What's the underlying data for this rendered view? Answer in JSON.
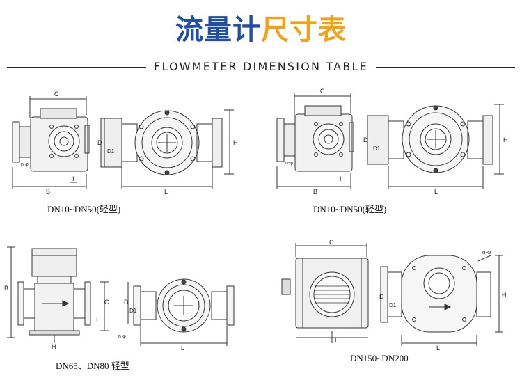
{
  "header": {
    "title_part1": "流量计",
    "title_part2": "尺寸表",
    "subtitle": "FLOWMETER DIMENSION TABLE",
    "colors": {
      "blue": "#1f4fa6",
      "orange": "#f1a11a"
    }
  },
  "panels": [
    {
      "caption": "DN10~DN50(轻型)",
      "labels": {
        "c": "C",
        "b": "B",
        "i": "I",
        "d": "D",
        "d1": "D1",
        "l": "L",
        "h": "H",
        "nphi": "n-φ"
      }
    },
    {
      "caption": "DN10~DN50(轻型)",
      "labels": {
        "c": "C",
        "b": "B",
        "i": "I",
        "d": "D",
        "d1": "D1",
        "l": "L",
        "h": "H",
        "nphi": "n-φ"
      }
    },
    {
      "caption": "DN65、DN80 轻型",
      "labels": {
        "b": "B",
        "c": "C",
        "i": "I",
        "h": "H",
        "d": "D",
        "d1": "D1",
        "l": "L",
        "nphi": "n-φ"
      }
    },
    {
      "caption": "DN150~DN200",
      "labels": {
        "c": "C",
        "i": "I",
        "d": "D",
        "d1": "D1",
        "l": "L",
        "h": "H",
        "nphi": "n-φ"
      }
    }
  ]
}
